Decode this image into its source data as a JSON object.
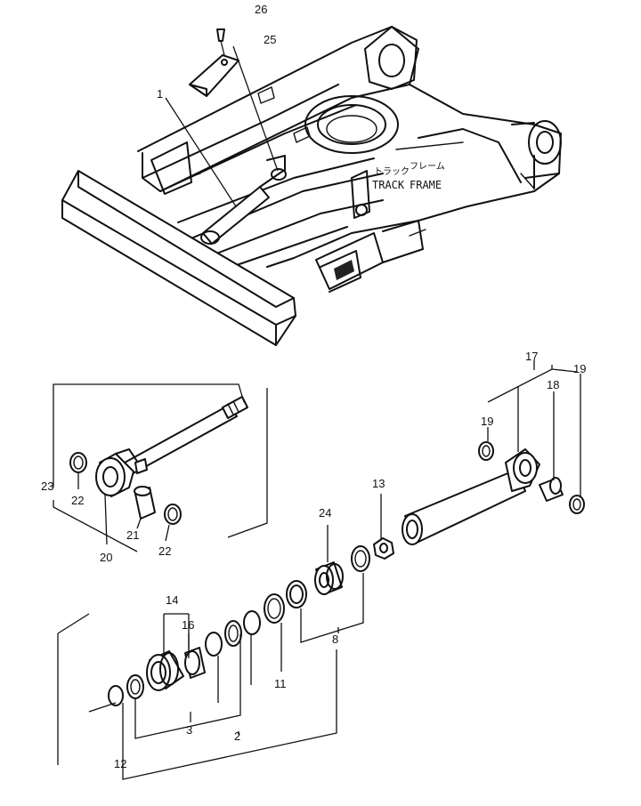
{
  "frame": {
    "label_jp_1": "トラック",
    "label_jp_2": "フレーム",
    "label_en_1": "TRACK",
    "label_en_2": "FRAME"
  },
  "callouts": {
    "c1": "1",
    "c2": "2",
    "c3": "3",
    "c8": "8",
    "c11": "11",
    "c12": "12",
    "c13": "13",
    "c14": "14",
    "c16": "16",
    "c17": "17",
    "c18": "18",
    "c19a": "19",
    "c19b": "19",
    "c20": "20",
    "c21": "21",
    "c22a": "22",
    "c22b": "22",
    "c23": "23",
    "c24": "24",
    "c25": "25",
    "c26": "26"
  }
}
